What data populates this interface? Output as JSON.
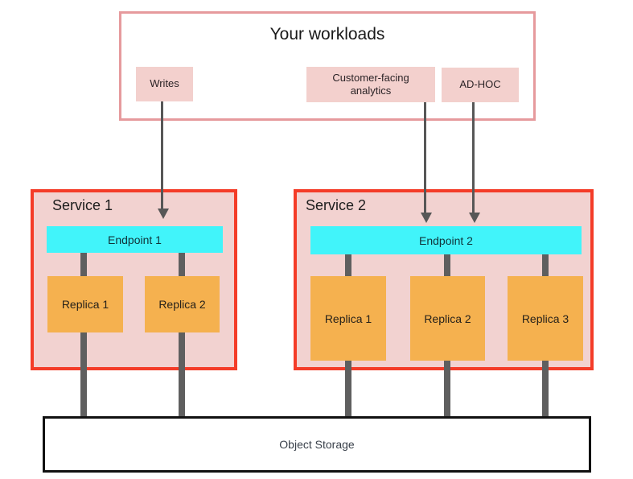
{
  "palette": {
    "salmon_border": "#e69a9d",
    "pink_chip_fill": "#f3d0cd",
    "service_fill": "#f2d2d0",
    "service_border_red": "#f43c28",
    "endpoint_cyan": "#41f4fa",
    "replica_orange": "#f5b14f",
    "connector_gray": "#5f5f5f",
    "arrow_gray": "#575757",
    "storage_border_black": "#111111",
    "text_dark": "#1a1a1a"
  },
  "workloads": {
    "title": "Your workloads",
    "items": [
      {
        "label": "Writes"
      },
      {
        "label": "Customer-facing analytics"
      },
      {
        "label": "AD-HOC"
      }
    ]
  },
  "services": [
    {
      "title": "Service 1",
      "endpoint": "Endpoint 1",
      "replicas": [
        "Replica 1",
        "Replica 2"
      ]
    },
    {
      "title": "Service 2",
      "endpoint": "Endpoint 2",
      "replicas": [
        "Replica 1",
        "Replica 2",
        "Replica 3"
      ]
    }
  ],
  "storage": {
    "label": "Object Storage"
  }
}
